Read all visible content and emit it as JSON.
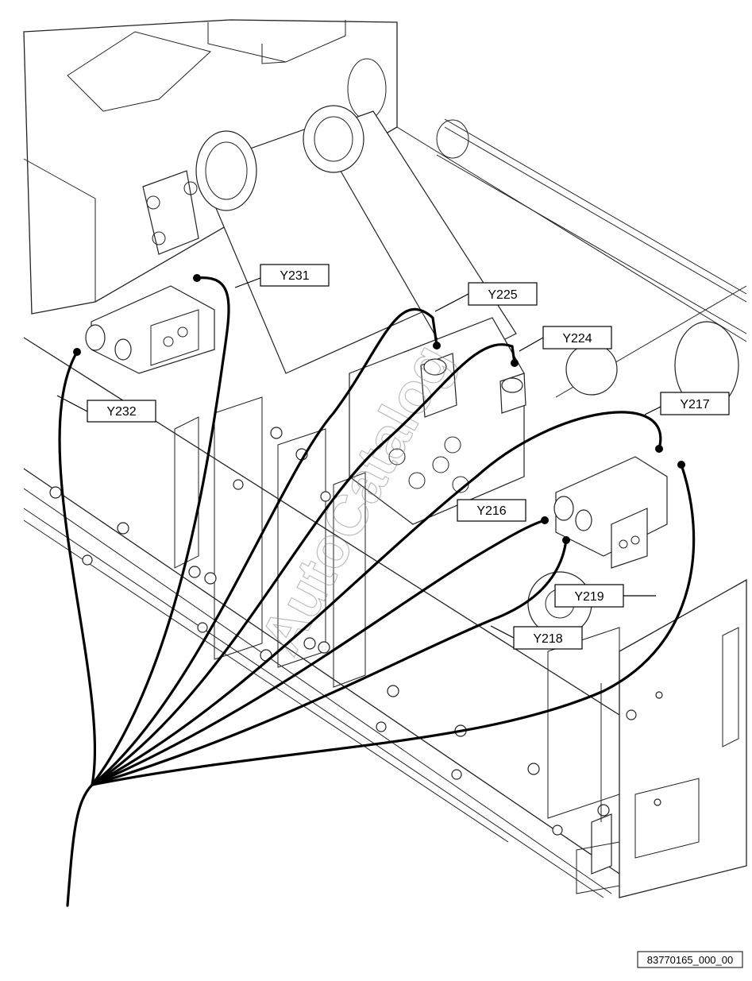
{
  "callouts": [
    {
      "id": "Y231",
      "text": "Y231"
    },
    {
      "id": "Y225",
      "text": "Y225"
    },
    {
      "id": "Y224",
      "text": "Y224"
    },
    {
      "id": "Y232",
      "text": "Y232"
    },
    {
      "id": "Y217",
      "text": "Y217"
    },
    {
      "id": "Y216",
      "text": "Y216"
    },
    {
      "id": "Y219",
      "text": "Y219"
    },
    {
      "id": "Y218",
      "text": "Y218"
    }
  ],
  "watermark": "AutoCatalog",
  "reference_number": "83770165_000_00"
}
